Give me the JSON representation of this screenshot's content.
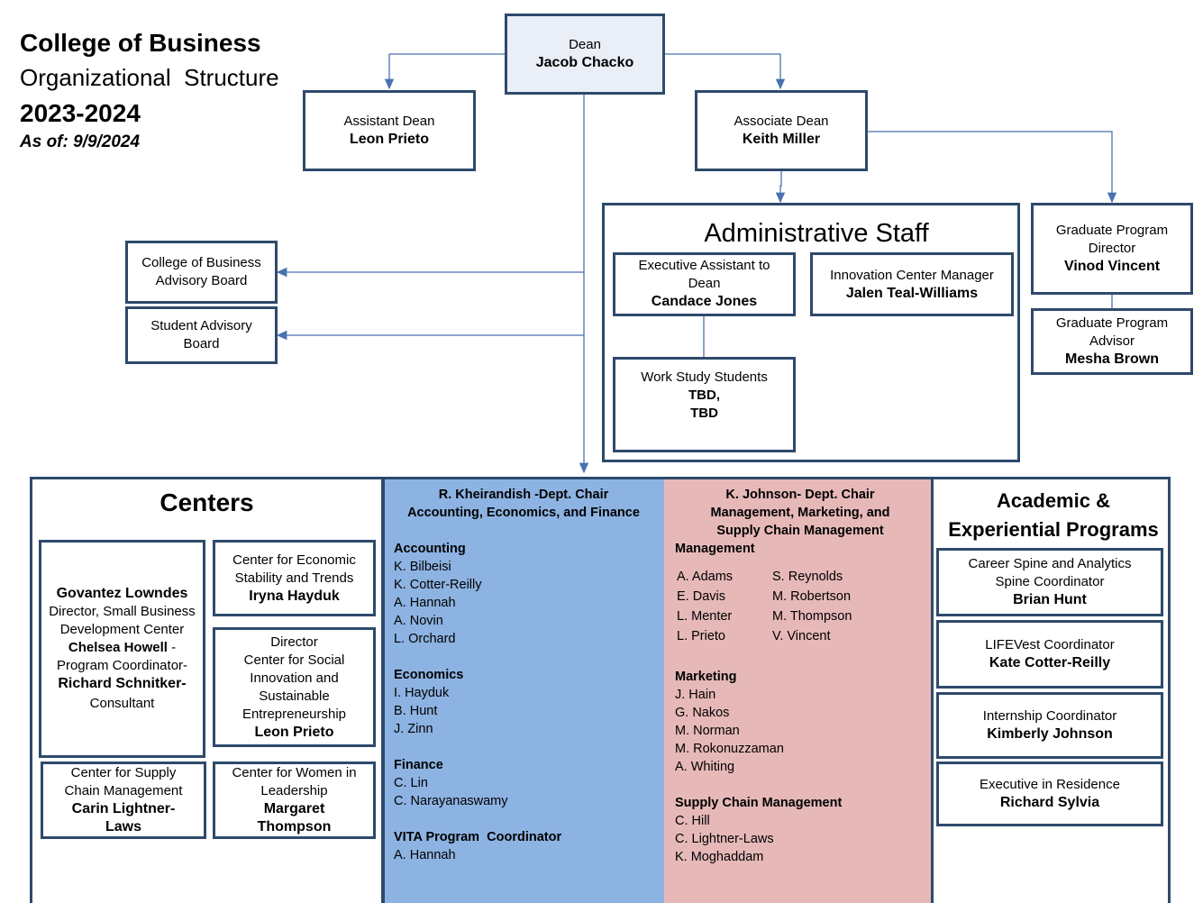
{
  "header": {
    "title": "College of Business",
    "subtitle": "Organizational  Structure",
    "year": "2023-2024",
    "as_of": "As of: 9/9/2024"
  },
  "dean": {
    "role": "Dean",
    "name": "Jacob Chacko"
  },
  "assistant_dean": {
    "role": "Assistant Dean",
    "name": "Leon Prieto"
  },
  "associate_dean": {
    "role": "Associate Dean",
    "name": "Keith Miller"
  },
  "advisory": {
    "college_board": "College of Business Advisory Board",
    "student_board": "Student Advisory Board"
  },
  "admin_staff": {
    "title": "Administrative Staff",
    "exec_assistant": {
      "role": "Executive Assistant to Dean",
      "name": "Candace Jones"
    },
    "innovation": {
      "role": "Innovation Center Manager",
      "name": "Jalen Teal-Williams"
    },
    "work_study": {
      "role": "Work Study Students",
      "name1": "TBD,",
      "name2": "TBD"
    }
  },
  "graduate": {
    "director": {
      "role": "Graduate Program Director",
      "name": "Vinod Vincent"
    },
    "advisor": {
      "role": "Graduate Program Advisor",
      "name": "Mesha Brown"
    }
  },
  "centers": {
    "title": "Centers",
    "sbdc": {
      "name1": "Govantez Lowndes",
      "role1": "Director, Small Business Development Center",
      "name2": "Chelsea Howell",
      "role2": " -",
      "role3": "Program Coordinator-",
      "name3": "Richard Schnitker-",
      "role4": "Consultant"
    },
    "economic": {
      "role": "Center for Economic Stability and Trends",
      "name": "Iryna Hayduk"
    },
    "social": {
      "role1": "Director",
      "role2": "Center for Social Innovation and Sustainable Entrepreneurship",
      "name": "Leon Prieto"
    },
    "supply": {
      "role": "Center for Supply Chain Management",
      "name": "Carin Lightner-Laws"
    },
    "women": {
      "role": "Center for Women in Leadership",
      "name": "Margaret Thompson"
    }
  },
  "dept_aef": {
    "chair": "R. Kheirandish -Dept. Chair",
    "name": "Accounting, Economics, and Finance",
    "accounting_title": "Accounting",
    "accounting": [
      "K. Bilbeisi",
      "K. Cotter-Reilly",
      "A. Hannah",
      "A. Novin",
      "L. Orchard"
    ],
    "economics_title": "Economics",
    "economics": [
      "I. Hayduk",
      "B. Hunt",
      "J. Zinn"
    ],
    "finance_title": "Finance",
    "finance": [
      "C. Lin",
      "C. Narayanaswamy"
    ],
    "vita_title": "VITA Program  Coordinator",
    "vita": [
      "A. Hannah"
    ]
  },
  "dept_mms": {
    "chair": "K. Johnson- Dept. Chair",
    "name": "Management, Marketing, and Supply Chain Management",
    "management_title": "Management",
    "management_col1": [
      "A. Adams",
      "E. Davis",
      "L. Menter",
      "L. Prieto"
    ],
    "management_col2": [
      "S. Reynolds",
      "M. Robertson",
      "M. Thompson",
      "V. Vincent"
    ],
    "marketing_title": "Marketing",
    "marketing": [
      "J. Hain",
      "G. Nakos",
      "M. Norman",
      "M. Rokonuzzaman",
      "A. Whiting"
    ],
    "scm_title": "Supply Chain Management",
    "scm": [
      "C. Hill",
      "C. Lightner-Laws",
      "K. Moghaddam"
    ]
  },
  "academic": {
    "title": "Academic & Experiential Programs",
    "career": {
      "role": "Career Spine and Analytics Spine Coordinator",
      "name": "Brian Hunt"
    },
    "lifevest": {
      "role": "LIFEVest Coordinator",
      "name": "Kate Cotter-Reilly"
    },
    "internship": {
      "role": "Internship Coordinator",
      "name": "Kimberly Johnson"
    },
    "eir": {
      "role": "Executive in Residence",
      "name": "Richard Sylvia"
    }
  },
  "colors": {
    "border": "#2e4a6b",
    "connector": "#4a72b0",
    "aef_bg": "#8db3e2",
    "mms_bg": "#e6b9b8",
    "dean_bg": "#e9eef7"
  }
}
